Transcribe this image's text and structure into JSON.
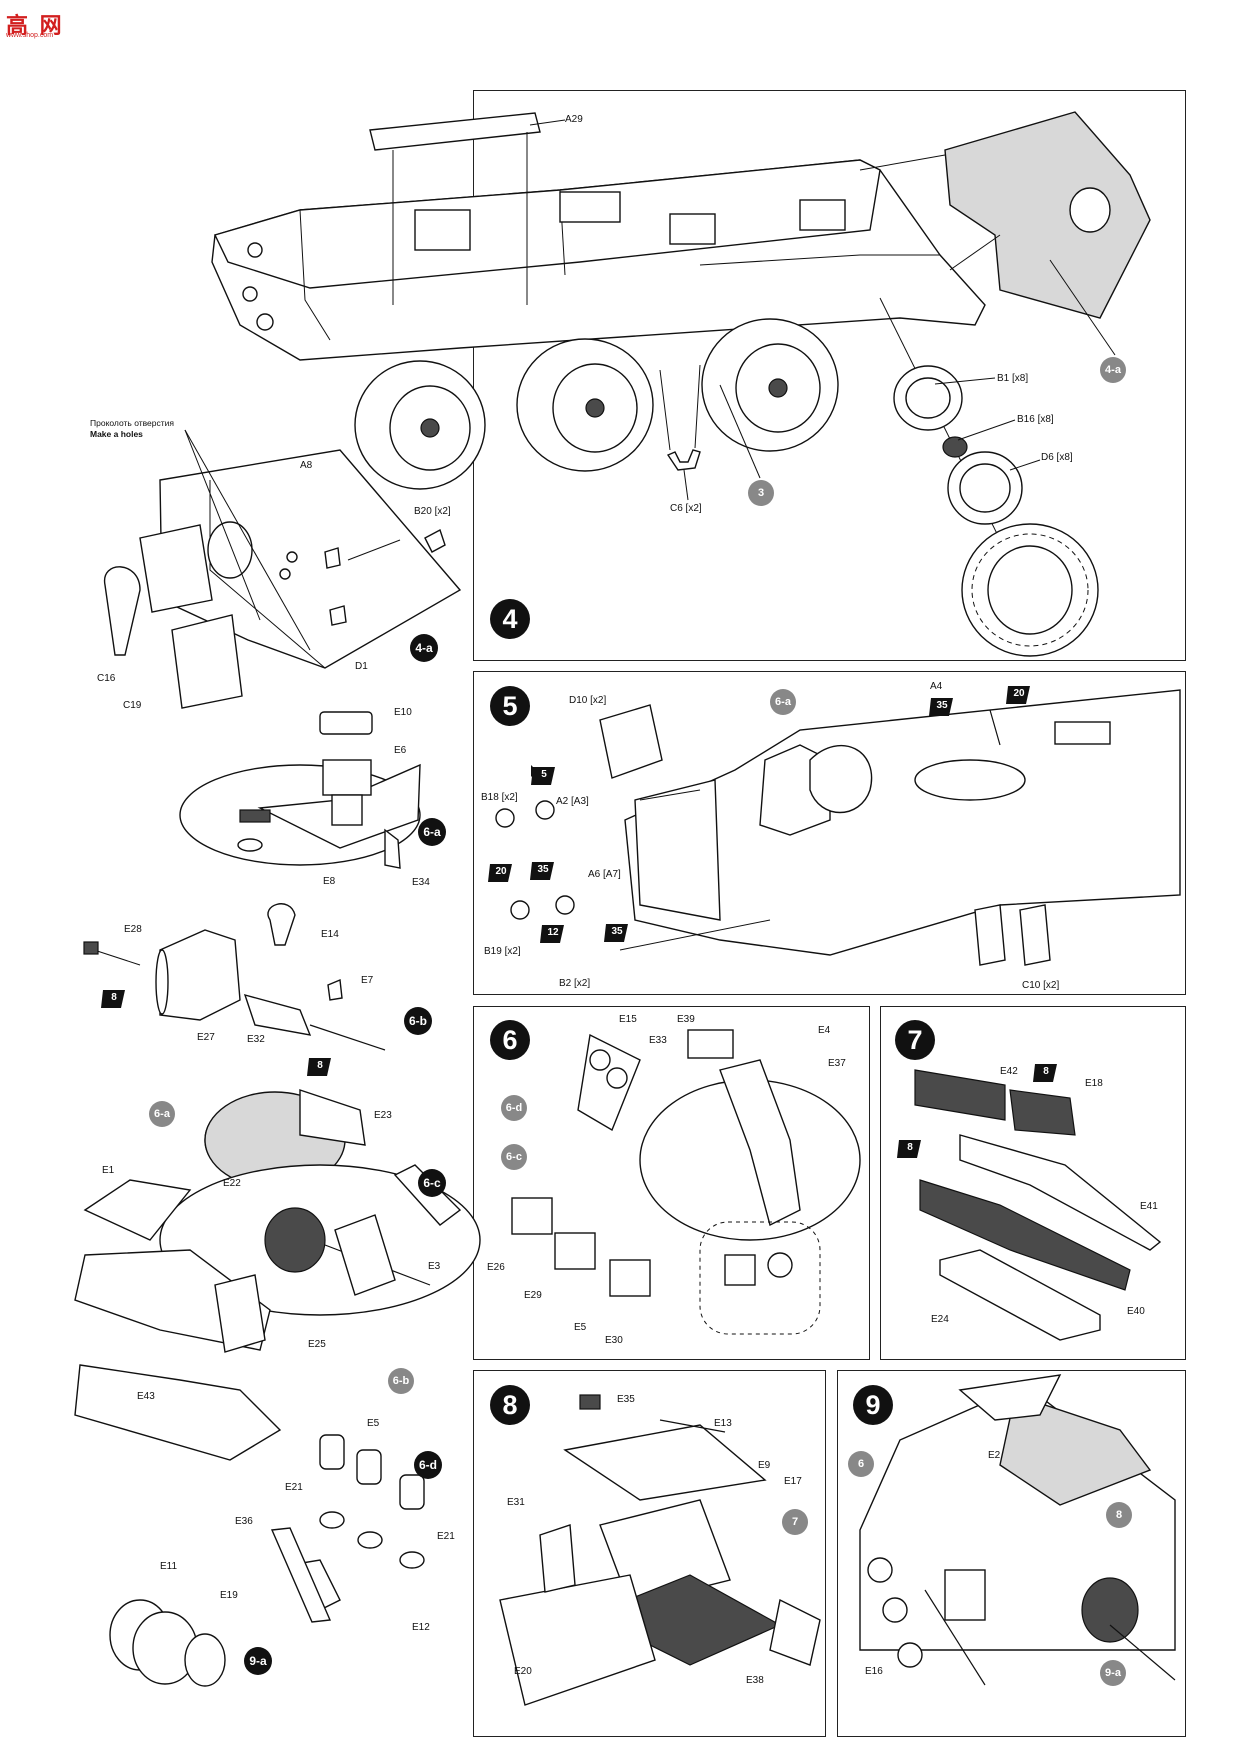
{
  "watermark": {
    "main": "高 网",
    "sub": "www.shop.com"
  },
  "steps": {
    "s4": "4",
    "s5": "5",
    "s6": "6",
    "s7": "7",
    "s8": "8",
    "s9": "9",
    "s4a": "4-a",
    "s6a": "6-a",
    "s6b": "6-b",
    "s6c": "6-c",
    "s6d": "6-d",
    "s9a": "9-a"
  },
  "refs": {
    "r4a": "4-a",
    "r3": "3",
    "r6a_s5": "6-a",
    "r6d": "6-d",
    "r6c": "6-c",
    "r6a_c": "6-a",
    "r6b": "6-b",
    "r7": "7",
    "r6_s9": "6",
    "r8_s9": "8",
    "r9a": "9-a"
  },
  "note": {
    "ru": "Проколоть отверстия",
    "en": "Make a holes"
  },
  "paint": {
    "p5": "5",
    "p20a": "20",
    "p35a": "35",
    "p12": "12",
    "p35b": "35",
    "p20b": "20",
    "p35c": "35",
    "p8a": "8",
    "p8b": "8",
    "p8c": "8",
    "p8d": "8"
  },
  "labels": {
    "A29": "A29",
    "B1": "B1 [x8]",
    "B16": "B16 [x8]",
    "D6": "D6 [x8]",
    "C6": "C6 [x2]",
    "A8": "A8",
    "B20": "B20 [x2]",
    "D1": "D1",
    "C16": "C16",
    "C19": "C19",
    "E10": "E10",
    "E6": "E6",
    "E8": "E8",
    "E34": "E34",
    "E28": "E28",
    "E14": "E14",
    "E7": "E7",
    "E27": "E27",
    "E32": "E32",
    "E23": "E23",
    "E1": "E1",
    "E22": "E22",
    "E3": "E3",
    "E25": "E25",
    "E43": "E43",
    "E5_6d": "E5",
    "E21a": "E21",
    "E21b": "E21",
    "E36": "E36",
    "E12": "E12",
    "E11": "E11",
    "E19": "E19",
    "D10": "D10 [x2]",
    "A4": "A4",
    "B18": "B18 [x2]",
    "A2": "A2 [A3]",
    "A6": "A6 [A7]",
    "B19": "B19 [x2]",
    "B2": "B2 [x2]",
    "C10": "C10 [x2]",
    "E15": "E15",
    "E39": "E39",
    "E33": "E33",
    "E4": "E4",
    "E37": "E37",
    "E26": "E26",
    "E29": "E29",
    "E5_6": "E5",
    "E30": "E30",
    "E42": "E42",
    "E18": "E18",
    "E41": "E41",
    "E40": "E40",
    "E24": "E24",
    "E35": "E35",
    "E13": "E13",
    "E9": "E9",
    "E31": "E31",
    "E17": "E17",
    "E20": "E20",
    "E38": "E38",
    "E2": "E2",
    "E16": "E16"
  }
}
